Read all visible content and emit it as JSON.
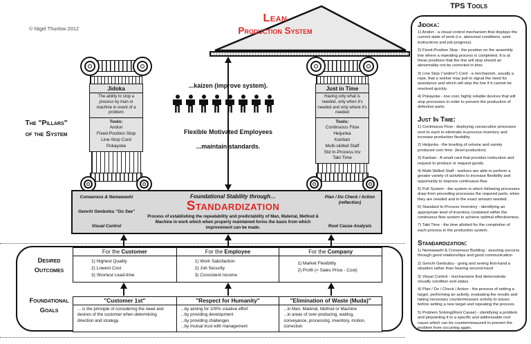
{
  "accent_red": "#e2241f",
  "copyright": "© Nigel Thurlow 2012",
  "labels": {
    "pillars_line1": "The \"Pillars\"",
    "pillars_line2": "of the System",
    "desired_line1": "Desired",
    "desired_line2": "Outcomes",
    "goals_line1": "Foundational",
    "goals_line2": "Goals"
  },
  "temple": {
    "title_line1": "Lean",
    "title_line2": "Production System",
    "kaizen_text": "...kaizen (improve system).",
    "employees_text": "Flexible Motivated Employees",
    "standards_text": "...maintain standards.",
    "left_pillar": {
      "name": "Jidoka",
      "description": "The ability to stop a process by man or machine in event of a problem",
      "tools_label": "Tools:",
      "tools": [
        "Andon",
        "Fixed-Position Stop",
        "Line-Stop Cord",
        "Pokayoke"
      ]
    },
    "right_pillar": {
      "name": "Just in Time",
      "description": "Having only what is needed, only when it's needed and only where it's needed",
      "tools_label": "Tools:",
      "tools": [
        "Continuous Flow",
        "Heijunka",
        "Kanban",
        "Multi-skilled Staff",
        "Std In-Process Inv",
        "Takt Time"
      ]
    },
    "foundation": {
      "left_items": [
        "Consensus & Nemawashi",
        "Genchi Genbutsu \"Go See\"",
        "Visual Control"
      ],
      "heading_small": "Foundational Stability through…",
      "heading_big": "Standardization",
      "description": "Process of establishing the repeatability and predictability of Man, Material, Method & Machine in work which when properly maintained forms the basis from which improvement can be made.",
      "right_items": [
        "Plan / Do Check / Action (reflection)",
        "Root Cause Analysis"
      ]
    }
  },
  "outcomes": {
    "columns": [
      {
        "header_prefix": "For the ",
        "header_bold": "Customer",
        "items": [
          "1) Highest Quality",
          "2) Lowest Cost",
          "3) Shortest Lead-time"
        ]
      },
      {
        "header_prefix": "For the ",
        "header_bold": "Employee",
        "items": [
          "1) Work Satisfaction",
          "2) Job Security",
          "3) Consistent Income"
        ]
      },
      {
        "header_prefix": "For the ",
        "header_bold": "Company",
        "items": [
          "1) Market Flexibility",
          "2) Profit (= Sales Price - Cost)"
        ]
      }
    ]
  },
  "goals": {
    "columns": [
      {
        "header": "\"Customer 1st\"",
        "lines": [
          "... is the principle of considering the need and desires of the customer when determining direction and strategy."
        ]
      },
      {
        "header": "\"Respect for Humanity\"",
        "lines": [
          "...by aiming for 100% creative effort",
          "...by providing development",
          "...by providing challenges",
          "...by mutual trust with management"
        ]
      },
      {
        "header": "\"Elimination of Waste (Muda)\"",
        "lines": [
          "...in Man, Material, Method or Machine",
          "...in areas of over-producing, waiting, conveyance, processing, inventory, motion, correction"
        ]
      }
    ]
  },
  "tps_panel": {
    "title": "TPS Tools",
    "sections": [
      {
        "heading": "Jidoka:",
        "items": [
          "1) Andon - a visual control mechanism that displays the current state of work (i.e. abnormal conditions, work instructions and job progress).",
          "2) Fixed-Position Stop - the position on the assembly line where a repeating process is completed.  It is at these positions that the line will stop should an abnormality not be corrected in time.",
          "3) Line Stop (\"andon\") Cord - a mechanism, usually a rope, that a worker may pull to signal the need for assistance and which will stop the line if it cannot be resolved quickly.",
          "4) Pokayoke - low cost, highly reliable devices that will stop processes in order to prevent the production of defective parts."
        ]
      },
      {
        "heading": "Just In Time:",
        "items": [
          "1) Continuous Flow - deploying consecutive processes next to each to eliminate in-process inventory and increase production flexibility.",
          "2) Heijunka - the leveling of volume and variety produced over time. (level production)",
          "3) Kanban - A small card that provides instruction and request to produce or request goods.",
          "4) Multi-Skilled Staff - workers are able to perform a greater variety of activities to increase flexibility and opportunity to improve continuous flow.",
          "5) Pull System - the system in which following processes draw from preceding processes the required parts, when they are needed and in the exact amount needed.",
          "6) Standard In-Process Inventory - identifying an appropriate level of inventory contained within the continuous flow system to achieve optimal effectiveness.",
          "7) Takt Time - the time allotted for the completion of each process in the production system."
        ]
      },
      {
        "heading": "Standardization:",
        "items": [
          "1) Nemawashi & Consensus Building - assuring success through good relationships and good communication",
          "2) Genchi Genbutsu - going and seeing first-hand a situation rather than hearing second-hand",
          "3) Visual Control - mechanisms that demonstrate visually condition and status",
          "4) Plan / Do / Check / Action - the process of setting a target, performing an activity, evaluating the results and taking necessary countermeasure activity to issues before setting a new target and repeating the process.",
          "5) Problem Solving(Root Cause) - identifying a problem and pinpointing it to a specific and addressable root cause which can be countermeasured to prevent the problem from occurring again."
        ]
      }
    ]
  }
}
